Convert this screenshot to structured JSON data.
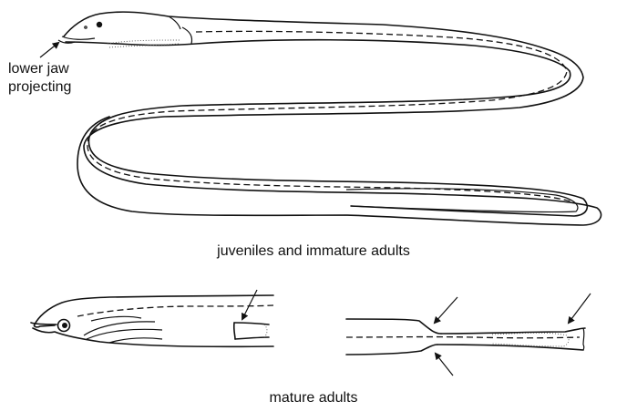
{
  "labels": {
    "lower_jaw_line1": "lower jaw",
    "lower_jaw_line2": "projecting",
    "caption_juveniles": "juveniles and immature adults",
    "caption_mature": "mature adults"
  },
  "colors": {
    "ink": "#111111",
    "background": "#ffffff"
  }
}
